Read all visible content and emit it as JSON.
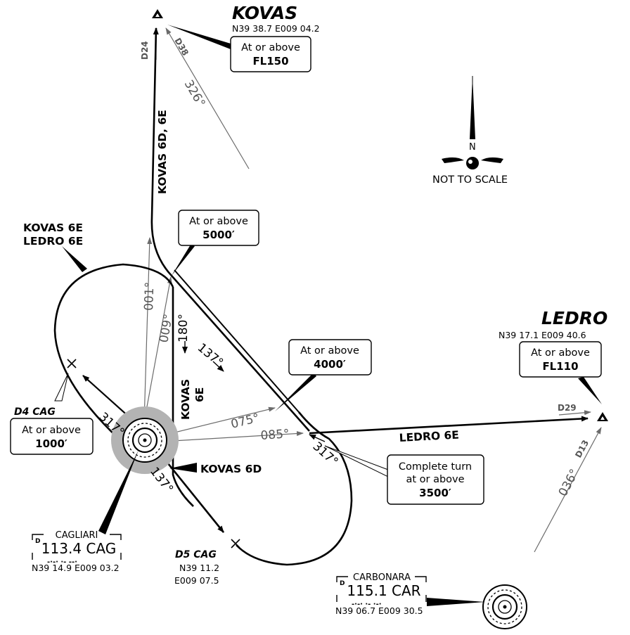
{
  "fixes": {
    "kovas": {
      "name": "KOVAS",
      "coord": "N39  38.7  E009  04.2"
    },
    "ledro": {
      "name": "LEDRO",
      "coord": "N39  17.1 E009  40.6"
    }
  },
  "altitude_boxes": {
    "kovas_box": {
      "line1": "At or above",
      "line2": "FL150"
    },
    "ledro_box": {
      "line1": "At or above",
      "line2": "FL110"
    },
    "box_5000": {
      "line1": "At or above",
      "line2": "5000′"
    },
    "box_4000": {
      "line1": "At or above",
      "line2": "4000′"
    },
    "box_1000": {
      "line1": "At or above",
      "line2": "1000′"
    },
    "box_3500": {
      "line1": "Complete turn",
      "line2": "at or above",
      "line3": "3500′"
    }
  },
  "procedures": {
    "kovas_6e_label": "KOVAS 6E",
    "ledro_6e_label": "LEDRO 6E",
    "kovas_6d_6e": "KOVAS 6D, 6E",
    "kovas_6e_vert_1": "KOVAS",
    "kovas_6e_vert_2": "6E",
    "kovas_6d": "KOVAS 6D",
    "ledro_6e_track": "LEDRO 6E"
  },
  "courses": {
    "r326": "326°",
    "r001": "001°",
    "r009": "009°",
    "c180": "180°",
    "c137a": "137°",
    "r075": "075°",
    "r085": "085°",
    "c317a": "317°",
    "c317b": "317°",
    "c137b": "137°",
    "r036": "036°"
  },
  "dme": {
    "d24": "D24",
    "d38": "D38",
    "d29": "D29",
    "d13": "D13",
    "d4_cag": "D4 CAG",
    "d5_cag": "D5 CAG"
  },
  "d5_coord": {
    "line1": "N39  11.2",
    "line2": "E009  07.5"
  },
  "navaids": {
    "cagliari": {
      "name": "CAGLIARI",
      "freq": "113.4  CAG",
      "coord": "N39  14.9  E009  03.2",
      "d": "D"
    },
    "carbonara": {
      "name": "CARBONARA",
      "freq": "115.1  CAR",
      "coord": "N39  06.7  E009  30.5",
      "d": "D"
    }
  },
  "compass": {
    "north": "N",
    "scale_note": "NOT TO SCALE"
  },
  "colors": {
    "ink": "#000000",
    "radial_grey": "#6b6b6b",
    "vor_shade": "#b3b3b3"
  }
}
